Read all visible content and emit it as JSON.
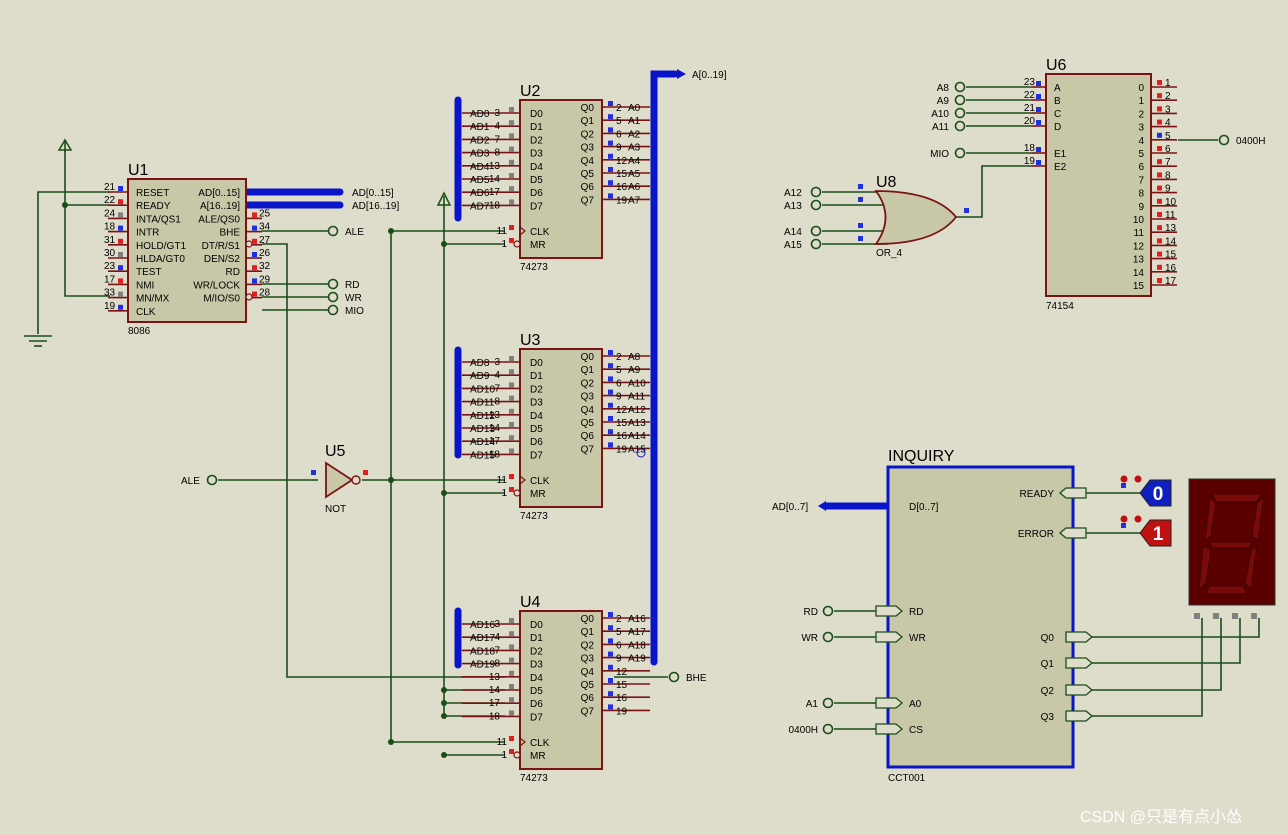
{
  "colors": {
    "background": "#dedcca",
    "chip_fill": "#c8c8a8",
    "chip_border": "#7a1414",
    "bus": "#0a14c8",
    "wire": "#1a4d1a",
    "seg_on": "#6b0000",
    "seg_bg": "#5a0000",
    "probe_blue": "#1020c0",
    "probe_red": "#c01010"
  },
  "watermark": "CSDN @只是有点小怂",
  "u1": {
    "ref": "U1",
    "part": "8086",
    "left_pins": [
      {
        "num": "21",
        "name": "RESET"
      },
      {
        "num": "22",
        "name": "READY"
      },
      {
        "num": "24",
        "name": "INTA/QS1"
      },
      {
        "num": "18",
        "name": "INTR"
      },
      {
        "num": "31",
        "name": "HOLD/GT1"
      },
      {
        "num": "30",
        "name": "HLDA/GT0"
      },
      {
        "num": "23",
        "name": "TEST"
      },
      {
        "num": "17",
        "name": "NMI"
      },
      {
        "num": "33",
        "name": "MN/MX"
      },
      {
        "num": "19",
        "name": "CLK"
      }
    ],
    "right_pins": [
      {
        "num": "",
        "name": "AD[0..15]"
      },
      {
        "num": "",
        "name": "A[16..19]"
      },
      {
        "num": "25",
        "name": "ALE/QS0"
      },
      {
        "num": "34",
        "name": "BHE"
      },
      {
        "num": "27",
        "name": "DT/R/S1"
      },
      {
        "num": "26",
        "name": "DEN/S2"
      },
      {
        "num": "32",
        "name": "RD"
      },
      {
        "num": "29",
        "name": "WR/LOCK"
      },
      {
        "num": "28",
        "name": "M/IO/S0"
      }
    ],
    "bus_labels": [
      "AD[0..15]",
      "AD[16..19]"
    ],
    "terminals": [
      "ALE",
      "RD",
      "WR",
      "MIO"
    ]
  },
  "latches": [
    {
      "ref": "U2",
      "part": "74273",
      "inputs": [
        {
          "net": "AD0",
          "num": "3",
          "name": "D0"
        },
        {
          "net": "AD1",
          "num": "4",
          "name": "D1"
        },
        {
          "net": "AD2",
          "num": "7",
          "name": "D2"
        },
        {
          "net": "AD3",
          "num": "8",
          "name": "D3"
        },
        {
          "net": "AD4",
          "num": "13",
          "name": "D4"
        },
        {
          "net": "AD5",
          "num": "14",
          "name": "D5"
        },
        {
          "net": "AD6",
          "num": "17",
          "name": "D6"
        },
        {
          "net": "AD7",
          "num": "18",
          "name": "D7"
        }
      ],
      "outputs": [
        {
          "num": "2",
          "name": "Q0",
          "net": "A0"
        },
        {
          "num": "5",
          "name": "Q1",
          "net": "A1"
        },
        {
          "num": "6",
          "name": "Q2",
          "net": "A2"
        },
        {
          "num": "9",
          "name": "Q3",
          "net": "A3"
        },
        {
          "num": "12",
          "name": "Q4",
          "net": "A4"
        },
        {
          "num": "15",
          "name": "Q5",
          "net": "A5"
        },
        {
          "num": "16",
          "name": "Q6",
          "net": "A6"
        },
        {
          "num": "19",
          "name": "Q7",
          "net": "A7"
        }
      ],
      "ctrl": [
        {
          "num": "11",
          "name": "CLK"
        },
        {
          "num": "1",
          "name": "MR"
        }
      ]
    },
    {
      "ref": "U3",
      "part": "74273",
      "inputs": [
        {
          "net": "AD8",
          "num": "3",
          "name": "D0"
        },
        {
          "net": "AD9",
          "num": "4",
          "name": "D1"
        },
        {
          "net": "AD10",
          "num": "7",
          "name": "D2"
        },
        {
          "net": "AD11",
          "num": "8",
          "name": "D3"
        },
        {
          "net": "AD12",
          "num": "13",
          "name": "D4"
        },
        {
          "net": "AD13",
          "num": "14",
          "name": "D5"
        },
        {
          "net": "AD14",
          "num": "17",
          "name": "D6"
        },
        {
          "net": "AD15",
          "num": "18",
          "name": "D7"
        }
      ],
      "outputs": [
        {
          "num": "2",
          "name": "Q0",
          "net": "A8"
        },
        {
          "num": "5",
          "name": "Q1",
          "net": "A9"
        },
        {
          "num": "6",
          "name": "Q2",
          "net": "A10"
        },
        {
          "num": "9",
          "name": "Q3",
          "net": "A11"
        },
        {
          "num": "12",
          "name": "Q4",
          "net": "A12"
        },
        {
          "num": "15",
          "name": "Q5",
          "net": "A13"
        },
        {
          "num": "16",
          "name": "Q6",
          "net": "A14"
        },
        {
          "num": "19",
          "name": "Q7",
          "net": "A15"
        }
      ],
      "ctrl": [
        {
          "num": "11",
          "name": "CLK"
        },
        {
          "num": "1",
          "name": "MR"
        }
      ]
    },
    {
      "ref": "U4",
      "part": "74273",
      "inputs": [
        {
          "net": "AD16",
          "num": "3",
          "name": "D0"
        },
        {
          "net": "AD17",
          "num": "4",
          "name": "D1"
        },
        {
          "net": "AD18",
          "num": "7",
          "name": "D2"
        },
        {
          "net": "AD19",
          "num": "8",
          "name": "D3"
        },
        {
          "net": "",
          "num": "13",
          "name": "D4"
        },
        {
          "net": "",
          "num": "14",
          "name": "D5"
        },
        {
          "net": "",
          "num": "17",
          "name": "D6"
        },
        {
          "net": "",
          "num": "18",
          "name": "D7"
        }
      ],
      "outputs": [
        {
          "num": "2",
          "name": "Q0",
          "net": "A16"
        },
        {
          "num": "5",
          "name": "Q1",
          "net": "A17"
        },
        {
          "num": "6",
          "name": "Q2",
          "net": "A18"
        },
        {
          "num": "9",
          "name": "Q3",
          "net": "A19"
        },
        {
          "num": "12",
          "name": "Q4",
          "net": ""
        },
        {
          "num": "15",
          "name": "Q5",
          "net": ""
        },
        {
          "num": "16",
          "name": "Q6",
          "net": ""
        },
        {
          "num": "19",
          "name": "Q7",
          "net": ""
        }
      ],
      "ctrl": [
        {
          "num": "11",
          "name": "CLK"
        },
        {
          "num": "1",
          "name": "MR"
        }
      ]
    }
  ],
  "address_bus_label": "A[0..19]",
  "bhe_terminal": "BHE",
  "u5": {
    "ref": "U5",
    "part": "NOT",
    "input_terminal": "ALE"
  },
  "u8": {
    "ref": "U8",
    "part": "OR_4",
    "inputs": [
      "A12",
      "A13",
      "A14",
      "A15"
    ]
  },
  "u6": {
    "ref": "U6",
    "part": "74154",
    "left_pins": [
      {
        "net": "A8",
        "num": "23",
        "name": "A"
      },
      {
        "net": "A9",
        "num": "22",
        "name": "B"
      },
      {
        "net": "A10",
        "num": "21",
        "name": "C"
      },
      {
        "net": "A11",
        "num": "20",
        "name": "D"
      },
      {
        "net": "MIO",
        "num": "18",
        "name": "E1"
      },
      {
        "net": "",
        "num": "19",
        "name": "E2"
      }
    ],
    "right_pins": [
      {
        "name": "0",
        "num": "1"
      },
      {
        "name": "1",
        "num": "2"
      },
      {
        "name": "2",
        "num": "3"
      },
      {
        "name": "3",
        "num": "4"
      },
      {
        "name": "4",
        "num": "5"
      },
      {
        "name": "5",
        "num": "6"
      },
      {
        "name": "6",
        "num": "7"
      },
      {
        "name": "7",
        "num": "8"
      },
      {
        "name": "8",
        "num": "9"
      },
      {
        "name": "9",
        "num": "10"
      },
      {
        "name": "10",
        "num": "11"
      },
      {
        "name": "11",
        "num": "13"
      },
      {
        "name": "12",
        "num": "14"
      },
      {
        "name": "13",
        "num": "15"
      },
      {
        "name": "14",
        "num": "16"
      },
      {
        "name": "15",
        "num": "17"
      }
    ],
    "output_terminal": "0400H"
  },
  "inquiry": {
    "title": "INQUIRY",
    "part": "CCT001",
    "left_pins": [
      {
        "net": "AD[0..7]",
        "name": "D[0..7]"
      },
      {
        "net": "RD",
        "name": "RD"
      },
      {
        "net": "WR",
        "name": "WR"
      },
      {
        "net": "A1",
        "name": "A0"
      },
      {
        "net": "0400H",
        "name": "CS"
      }
    ],
    "right_pins": [
      {
        "name": "READY"
      },
      {
        "name": "ERROR"
      },
      {
        "name": "Q0"
      },
      {
        "name": "Q1"
      },
      {
        "name": "Q2"
      },
      {
        "name": "Q3"
      }
    ]
  },
  "logic_states": [
    {
      "value": "0",
      "color": "blue"
    },
    {
      "value": "1",
      "color": "red"
    }
  ],
  "seven_segment": {
    "digit": "8"
  }
}
